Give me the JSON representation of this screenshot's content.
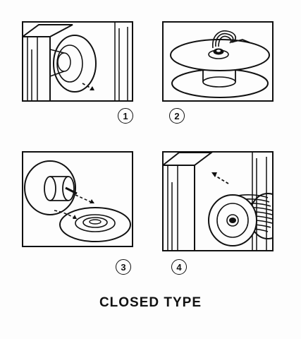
{
  "steps": [
    {
      "number": "1"
    },
    {
      "number": "2"
    },
    {
      "number": "3"
    },
    {
      "number": "4"
    }
  ],
  "caption": "CLOSED TYPE",
  "colors": {
    "ink": "#111111",
    "paper": "#fdfdfd"
  }
}
